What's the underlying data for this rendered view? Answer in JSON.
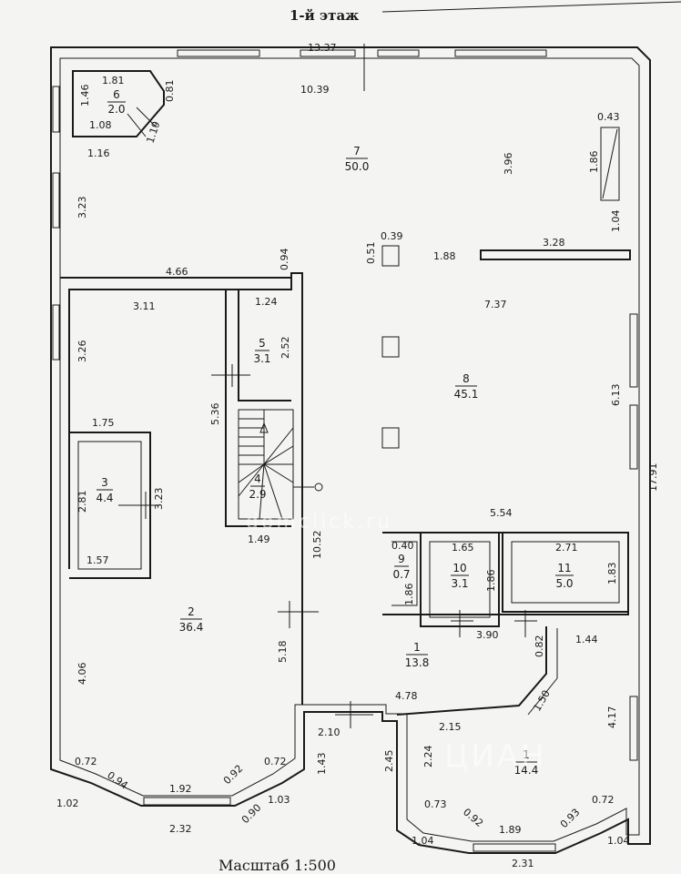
{
  "title": "1-й этаж",
  "scale": "Масштаб 1:500",
  "rooms": [
    {
      "num": "1",
      "area": "13.8"
    },
    {
      "num": "2",
      "area": "36.4"
    },
    {
      "num": "3",
      "area": "4.4"
    },
    {
      "num": "4",
      "area": "2.9"
    },
    {
      "num": "5",
      "area": "3.1"
    },
    {
      "num": "6",
      "area": "2.0"
    },
    {
      "num": "7",
      "area": "50.0"
    },
    {
      "num": "8",
      "area": "45.1"
    },
    {
      "num": "9",
      "area": "0.7"
    },
    {
      "num": "10",
      "area": "3.1"
    },
    {
      "num": "11",
      "area": "5.0"
    },
    {
      "num": "1",
      "area": "14.4"
    }
  ],
  "dimensions": [
    "13.37",
    "10.39",
    "1.81",
    "1.46",
    "0.81",
    "1.08",
    "1.19",
    "1.16",
    "3.23",
    "4.66",
    "0.94",
    "0.51",
    "0.39",
    "1.88",
    "3.28",
    "0.43",
    "1.86",
    "1.04",
    "3.96",
    "3.11",
    "1.24",
    "2.52",
    "3.26",
    "7.37",
    "6.13",
    "5.36",
    "1.75",
    "3.23",
    "2.81",
    "1.57",
    "1.49",
    "10.52",
    "5.54",
    "17.91",
    "0.40",
    "1.86",
    "1.65",
    "1.86",
    "2.71",
    "1.83",
    "3.90",
    "0.82",
    "1.44",
    "5.18",
    "4.06",
    "4.78",
    "1.50",
    "4.17",
    "2.10",
    "2.15",
    "2.24",
    "1.43",
    "2.45",
    "0.72",
    "0.94",
    "0.92",
    "0.72",
    "1.92",
    "0.90",
    "1.03",
    "1.02",
    "2.32",
    "0.73",
    "0.92",
    "0.93",
    "0.72",
    "1.89",
    "1.04",
    "1.04",
    "2.31"
  ],
  "watermarks": [
    "domclick.ru",
    "ЦИАН"
  ]
}
